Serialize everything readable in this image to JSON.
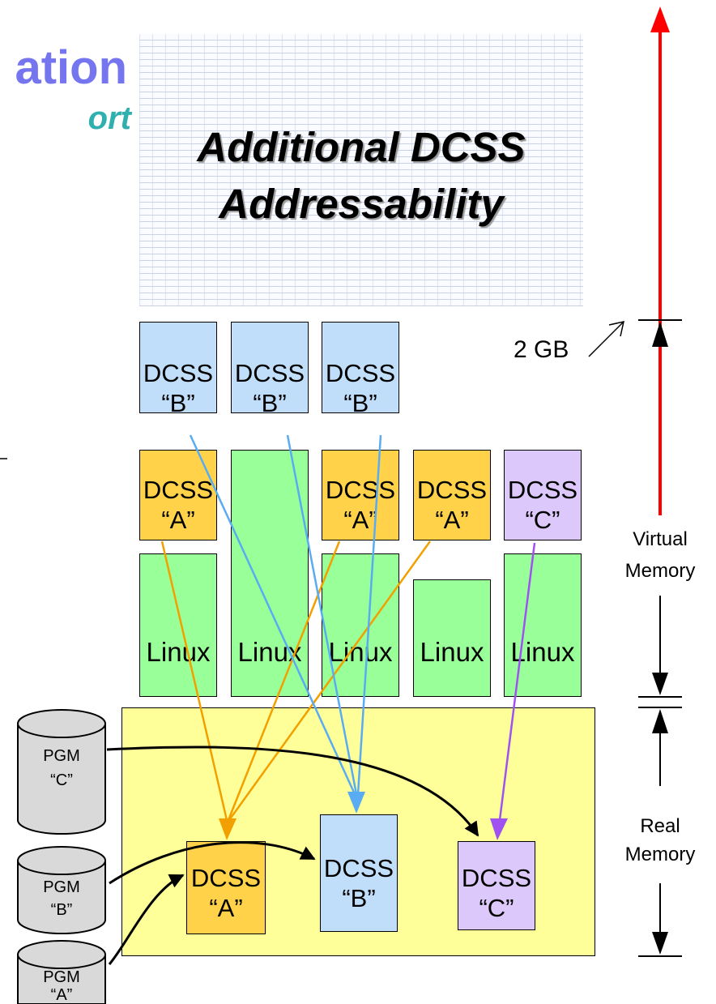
{
  "header": {
    "title_fragment": "ation",
    "subtitle_fragment": "ort"
  },
  "addressability": {
    "line1": "Additional DCSS",
    "line2": "Addressability"
  },
  "limit": {
    "label": "2 GB"
  },
  "virtual_memory": {
    "label_line1": "Virtual",
    "label_line2": "Memory",
    "dcss_b": [
      {
        "name": "DCSS",
        "tag": "“B”"
      },
      {
        "name": "DCSS",
        "tag": "“B”"
      },
      {
        "name": "DCSS",
        "tag": "“B”"
      }
    ],
    "dcss_a": [
      {
        "name": "DCSS",
        "tag": "“A”"
      },
      {
        "name": "DCSS",
        "tag": "“A”"
      },
      {
        "name": "DCSS",
        "tag": "“A”"
      }
    ],
    "dcss_c": {
      "name": "DCSS",
      "tag": "“C”"
    },
    "linux": [
      "Linux",
      "Linux",
      "Linux",
      "Linux",
      "Linux"
    ]
  },
  "real_memory": {
    "label_line1": "Real",
    "label_line2": "Memory",
    "dcss": [
      {
        "name": "DCSS",
        "tag": "“A”"
      },
      {
        "name": "DCSS",
        "tag": "“B”"
      },
      {
        "name": "DCSS",
        "tag": "“C”"
      }
    ]
  },
  "programs": [
    {
      "name": "PGM",
      "tag": "“C”"
    },
    {
      "name": "PGM",
      "tag": "“B”"
    },
    {
      "name": "PGM",
      "tag": "“A”"
    }
  ],
  "colors": {
    "title": "#7575F0",
    "subtitle": "#2FB0AE",
    "dcss_a": "#FFD24A",
    "dcss_b": "#C0DEFA",
    "dcss_c": "#DCC8FA",
    "linux": "#99FF99",
    "real_memory": "#FFFF99",
    "pgm": "#D9D9D9",
    "limit_arrow": "#FF0000",
    "a_link": "#F2A000",
    "b_link": "#5AACF2",
    "c_link": "#A052F0"
  }
}
